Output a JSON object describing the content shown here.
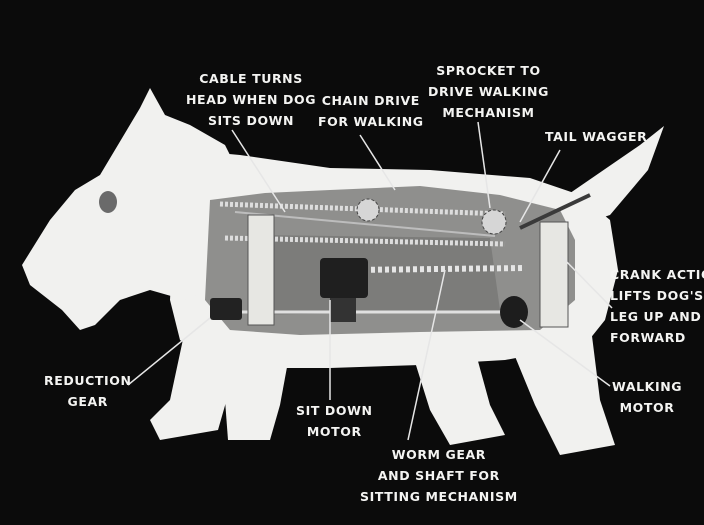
{
  "colors": {
    "background": "#0b0b0b",
    "dog_body": "#f1f1ef",
    "cutaway": "#9a9a98",
    "plate": "#e7e7e3",
    "label": "#f4f4f2",
    "leader": "#e6e6e6"
  },
  "labels": {
    "cable": [
      "CABLE TURNS",
      "HEAD WHEN DOG",
      "SITS DOWN"
    ],
    "chain": [
      "CHAIN DRIVE",
      "FOR WALKING"
    ],
    "sprocket": [
      "SPROCKET TO",
      "DRIVE WALKING",
      "MECHANISM"
    ],
    "tail": [
      "TAIL WAGGER"
    ],
    "crank": [
      "CRANK ACTION",
      "LIFTS DOG'S",
      "LEG UP AND",
      "FORWARD"
    ],
    "reduction": [
      "REDUCTION",
      "GEAR"
    ],
    "sitdown": [
      "SIT DOWN",
      "MOTOR"
    ],
    "worm": [
      "WORM GEAR",
      "AND SHAFT FOR",
      "SITTING MECHANISM"
    ],
    "walking": [
      "WALKING",
      "MOTOR"
    ]
  }
}
